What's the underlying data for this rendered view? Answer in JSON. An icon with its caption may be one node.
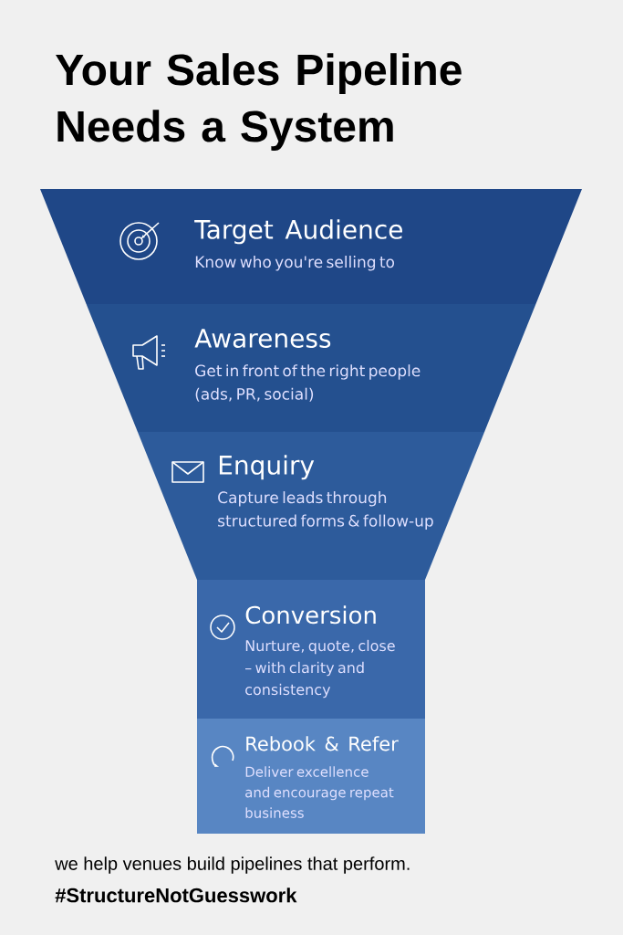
{
  "diagram": {
    "title": "Your Sales Pipeline Needs a System",
    "nodes": [
      {
        "text": [
          "Target Audience",
          "Know who you're selling to"
        ]
      },
      {
        "text": [
          "Awareness",
          "Get in front of the right people (ads, PR, social)"
        ]
      },
      {
        "text": [
          "Enquiry",
          "Capture leads through structured forms & follow-up"
        ]
      },
      {
        "text": [
          "Conversion",
          "Nurture, quote, close – with clarity and consistency"
        ]
      },
      {
        "text": [
          "Rebook & Refer",
          "Deliver excellence and encourage repeat business"
        ]
      }
    ],
    "labels": [
      "we help venues build pipelines that perform.",
      "#StructureNotGuesswork"
    ]
  }
}
